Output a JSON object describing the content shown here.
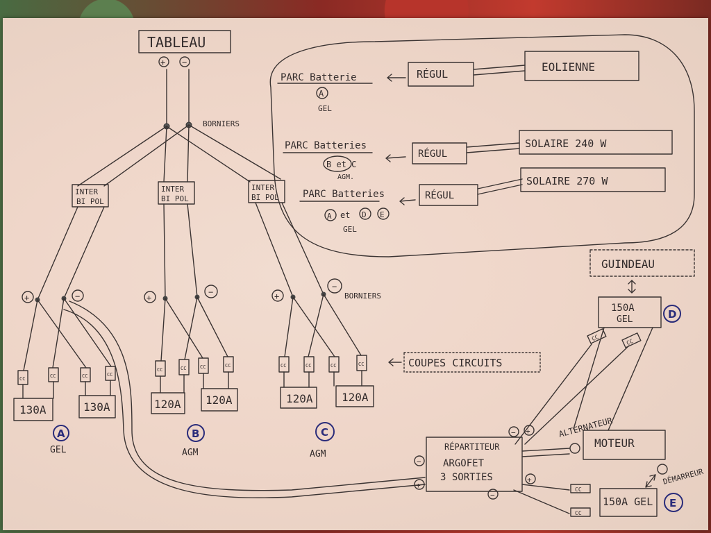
{
  "tableau": {
    "title": "TABLEAU",
    "plus": "+",
    "minus": "−"
  },
  "bornier_top": "BORNIERS",
  "bornier_right": "BORNIERS",
  "inter_bipol": {
    "line1": "INTER",
    "line2": "BI POL"
  },
  "coupe_circuit_symbol": "CC",
  "coupes_circuits": "COUPES CIRCUITS",
  "batteries": {
    "A": {
      "letter": "A",
      "type": "GEL",
      "cap1": "130A",
      "cap2": "130A"
    },
    "B": {
      "letter": "B",
      "type": "AGM",
      "cap1": "120A",
      "cap2": "120A"
    },
    "C": {
      "letter": "C",
      "type": "AGM",
      "cap1": "120A",
      "cap2": "120A"
    }
  },
  "charging": {
    "row1": {
      "parc": "PARC Batterie",
      "sub": "A",
      "sub2": "GEL",
      "regul": "RÉGUL",
      "source": "EOLIENNE"
    },
    "row2": {
      "parc": "PARC Batteries",
      "sub": "B et C",
      "sub2": "AGM.",
      "regul": "RÉGUL",
      "source": "SOLAIRE 240 W"
    },
    "row3": {
      "parc": "PARC Batteries",
      "sub_a": "A",
      "sub_et": "et",
      "sub_d": "D",
      "sub_e": "E",
      "sub2": "GEL",
      "regul": "RÉGUL",
      "source": "SOLAIRE 270 W"
    }
  },
  "guindeau": "GUINDEAU",
  "battery_D": {
    "cap": "150A",
    "type": "GEL",
    "letter": "D"
  },
  "repartiteur": {
    "line1": "RÉPARTITEUR",
    "line2": "ARGOFET",
    "line3": "3 SORTIES"
  },
  "alternateur": "ALTERNATEUR",
  "moteur": "MOTEUR",
  "demarreur": "DÉMARREUR",
  "battery_E": {
    "cap": "150A GEL",
    "letter": "E"
  }
}
